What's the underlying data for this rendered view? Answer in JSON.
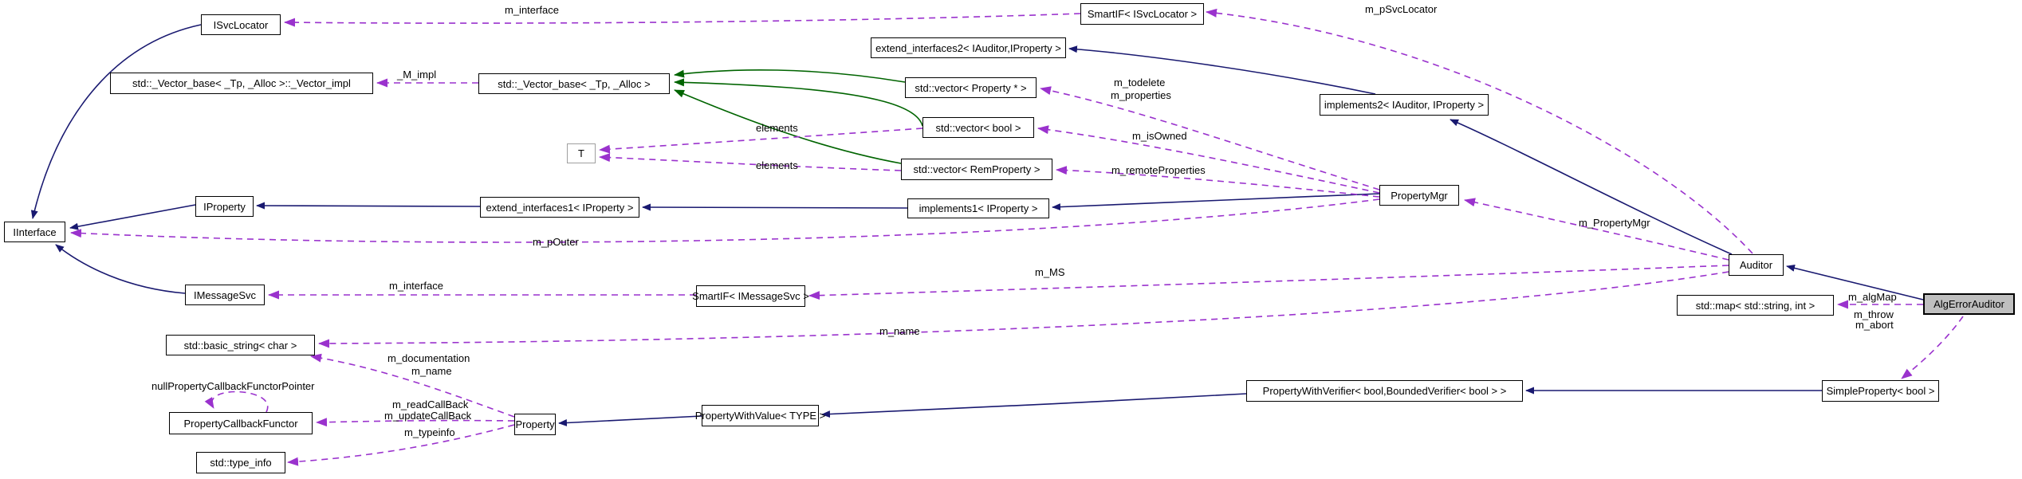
{
  "diagram_type": "doxygen-collaboration-graph",
  "colors": {
    "inheritance_edge": "#191970",
    "protected_inheritance_edge": "#006400",
    "usage_edge": "#9a32cd",
    "node_fill": "#ffffff",
    "node_border": "#000000",
    "focus_node_fill": "#bfbfbf",
    "template_node_border": "#9f9f9f"
  },
  "nodes": {
    "iinterface": {
      "label": "IInterface"
    },
    "isvclocator": {
      "label": "ISvcLocator"
    },
    "vector_impl": {
      "label": "std::_Vector_base< _Tp, _Alloc >::_Vector_impl"
    },
    "vector_base": {
      "label": "std::_Vector_base< _Tp, _Alloc >"
    },
    "t": {
      "label": "T"
    },
    "smartif_isvclocator": {
      "label": "SmartIF< ISvcLocator >"
    },
    "extend_interfaces2": {
      "label": "extend_interfaces2< IAuditor,IProperty >"
    },
    "vector_property": {
      "label": "std::vector< Property * >"
    },
    "vector_bool": {
      "label": "std::vector< bool >"
    },
    "vector_remproperty": {
      "label": "std::vector< RemProperty >"
    },
    "implements2": {
      "label": "implements2< IAuditor, IProperty >"
    },
    "iproperty": {
      "label": "IProperty"
    },
    "extend_interfaces1": {
      "label": "extend_interfaces1< IProperty >"
    },
    "implements1": {
      "label": "implements1< IProperty >"
    },
    "propertymgr": {
      "label": "PropertyMgr"
    },
    "imessagesvc": {
      "label": "IMessageSvc"
    },
    "smartif_imessagesvc": {
      "label": "SmartIF< IMessageSvc >"
    },
    "auditor": {
      "label": "Auditor"
    },
    "map": {
      "label": "std::map< std::string, int >"
    },
    "algerrorauditor": {
      "label": "AlgErrorAuditor"
    },
    "basic_string": {
      "label": "std::basic_string< char >"
    },
    "callback_functor": {
      "label": "PropertyCallbackFunctor"
    },
    "type_info": {
      "label": "std::type_info"
    },
    "property": {
      "label": "Property"
    },
    "propertywithvalue": {
      "label": "PropertyWithValue< TYPE >"
    },
    "propertywithverifier": {
      "label": "PropertyWithVerifier< bool,BoundedVerifier< bool > >"
    },
    "simpleproperty": {
      "label": "SimpleProperty< bool >"
    }
  },
  "labels": {
    "m_interface_top": "m_interface",
    "m_psvclocator": "m_pSvcLocator",
    "m_impl": "_M_impl",
    "m_todelete": "m_todelete",
    "m_properties": "m_properties",
    "m_isowned": "m_isOwned",
    "m_remoteproperties": "m_remoteProperties",
    "elements1": "elements",
    "elements2": "elements",
    "m_pouter": "m_pOuter",
    "m_interface_bottom": "m_interface",
    "m_ms": "m_MS",
    "m_name_auditor": "m_name",
    "m_propertymgr": "m_PropertyMgr",
    "m_algmap": "m_algMap",
    "m_throw": "m_throw",
    "m_abort": "m_abort",
    "m_documentation": "m_documentation",
    "m_name_property": "m_name",
    "m_readcallback": "m_readCallBack",
    "m_updatecallback": "m_updateCallBack",
    "m_typeinfo": "m_typeinfo",
    "nullfunctor": "nullPropertyCallbackFunctorPointer"
  }
}
